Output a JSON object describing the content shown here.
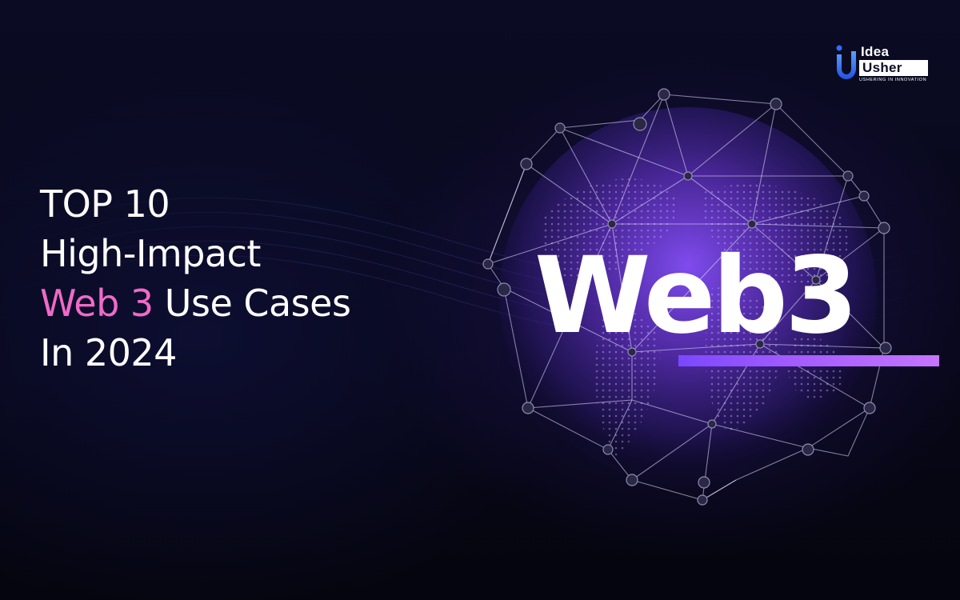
{
  "headline": {
    "line1": "TOP 10",
    "line2": "High-Impact",
    "line3_accent": "Web 3",
    "line3_rest": " Use Cases",
    "line4": "In 2024"
  },
  "hero": {
    "word": "Web3"
  },
  "logo": {
    "idea": "Idea",
    "usher": "Usher",
    "tagline": "USHERING IN INNOVATION"
  },
  "colors": {
    "background": "#07071a",
    "accent_pink": "#f06ac8",
    "bar_purple": "#8a52ff",
    "globe_purple": "#5b2fb8",
    "logo_blue": "#2f6cff"
  },
  "icons": {
    "globe": "network-globe-icon",
    "logo_mark": "idea-usher-u-icon"
  }
}
